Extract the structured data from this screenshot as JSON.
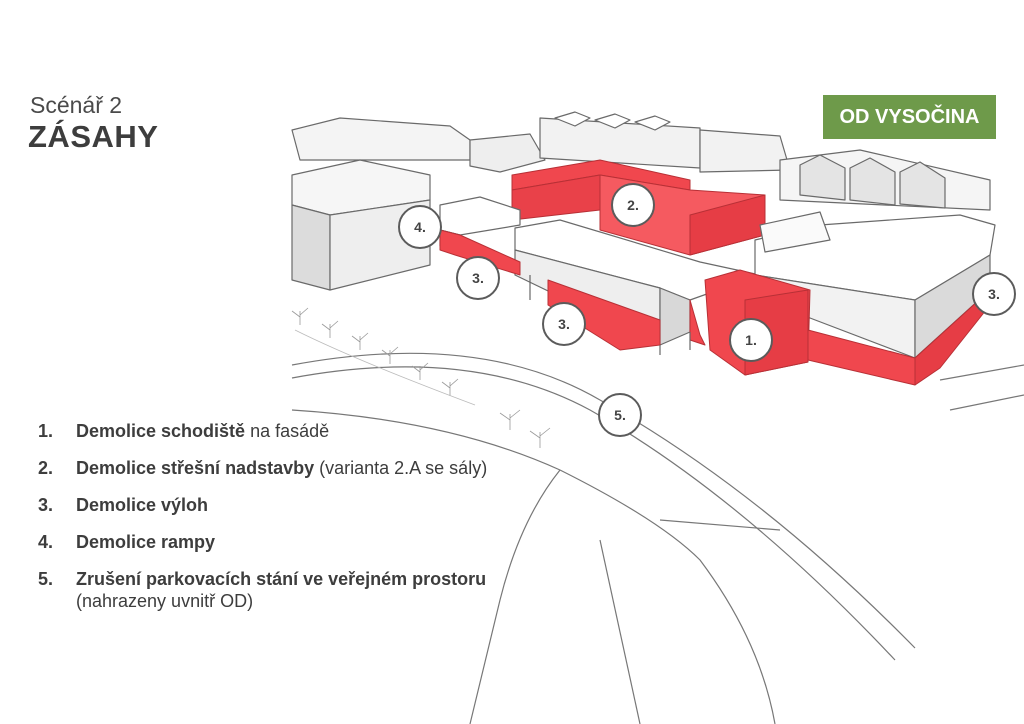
{
  "header": {
    "subtitle": "Scénář 2",
    "title": "ZÁSAHY"
  },
  "badge": {
    "label": "OD VYSOČINA",
    "color": "#6e9a4a"
  },
  "highlight_color": "#f0474e",
  "callouts": [
    "1.",
    "2.",
    "3.",
    "3.",
    "3.",
    "4.",
    "5."
  ],
  "legend": [
    {
      "num": "1.",
      "bold": "Demolice schodiště",
      "rest": " na fasádě",
      "line2": ""
    },
    {
      "num": "2.",
      "bold": "Demolice střešní nadstavby",
      "rest": " (varianta 2.A se sály)",
      "line2": ""
    },
    {
      "num": "3.",
      "bold": "Demolice výloh",
      "rest": "",
      "line2": ""
    },
    {
      "num": "4.",
      "bold": "Demolice rampy",
      "rest": "",
      "line2": ""
    },
    {
      "num": "5.",
      "bold": "Zrušení parkovacích stání ve veřejném prostoru",
      "rest": "",
      "line2": "(nahrazeny uvnitř OD)"
    }
  ]
}
